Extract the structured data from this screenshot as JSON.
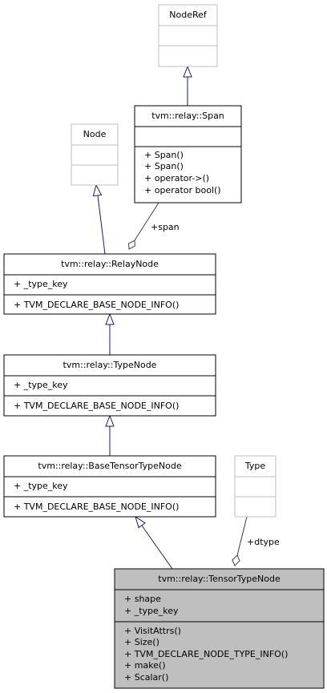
{
  "colors": {
    "edge_inherit": "#191970",
    "edge_assoc": "#404040",
    "box_border": "#000000",
    "box_border_ghost": "#bfbfbf",
    "highlight_fill": "#bfbfbf"
  },
  "classes": {
    "noderef": {
      "title": "NodeRef",
      "attributes": [],
      "methods": []
    },
    "span": {
      "title": "tvm::relay::Span",
      "attributes": [],
      "methods": [
        "+ Span()",
        "+ Span()",
        "+ operator->()",
        "+ operator bool()"
      ]
    },
    "node": {
      "title": "Node",
      "attributes": [],
      "methods": []
    },
    "relaynode": {
      "title": "tvm::relay::RelayNode",
      "attributes": [
        "+ _type_key"
      ],
      "methods": [
        "+ TVM_DECLARE_BASE_NODE_INFO()"
      ]
    },
    "typenode": {
      "title": "tvm::relay::TypeNode",
      "attributes": [
        "+ _type_key"
      ],
      "methods": [
        "+ TVM_DECLARE_BASE_NODE_INFO()"
      ]
    },
    "basetensortypenode": {
      "title": "tvm::relay::BaseTensorTypeNode",
      "attributes": [
        "+ _type_key"
      ],
      "methods": [
        "+ TVM_DECLARE_BASE_NODE_INFO()"
      ]
    },
    "type": {
      "title": "Type",
      "attributes": [],
      "methods": []
    },
    "tensortypenode": {
      "title": "tvm::relay::TensorTypeNode",
      "attributes": [
        "+ shape",
        "+ _type_key"
      ],
      "methods": [
        "+ VisitAttrs()",
        "+ Size()",
        "+ TVM_DECLARE_NODE_TYPE_INFO()",
        "+ make()",
        "+ Scalar()"
      ]
    }
  },
  "edge_labels": {
    "span": "+span",
    "dtype": "+dtype"
  }
}
